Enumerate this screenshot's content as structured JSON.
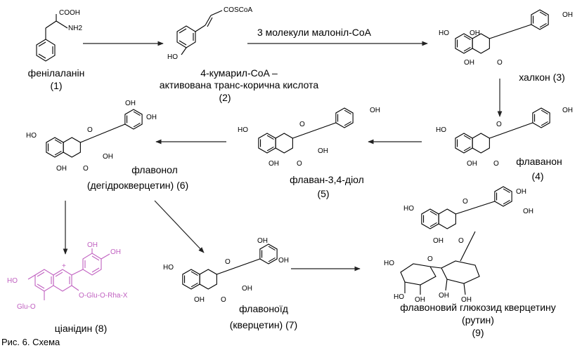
{
  "colors": {
    "anthocyanin": "#c060c0",
    "ink": "#000000",
    "arrow": "#222222"
  },
  "arrow_step_1_2": "3 молекули малоніл-CoA",
  "compounds": {
    "c1": {
      "name": "фенілаланін",
      "num": "(1)",
      "atom_oh": "COOH",
      "atom_n": "NH2"
    },
    "c2": {
      "name_line1": "4-кумарил-CoA –",
      "name_line2": "активована транс-корична кислота",
      "num": "(2)",
      "atom_top": "COSCoA",
      "atom_oh": "HO"
    },
    "c3": {
      "name": "халкон (3)",
      "oh": "OH",
      "ho": "HO",
      "o": "O"
    },
    "c4": {
      "name": "флаванон",
      "num": "(4)",
      "oh": "OH",
      "ho": "HO",
      "o": "O"
    },
    "c5": {
      "name": "флаван-3,4-діол",
      "num": "(5)",
      "oh": "OH",
      "ho": "HO",
      "o": "O"
    },
    "c6": {
      "name_line1": "флавонол",
      "name_line2": "(дегідрокверцетин) (6)",
      "oh": "OH",
      "ho": "HO",
      "o": "O"
    },
    "c7": {
      "name_line1": "флавоноїд",
      "name_line2": "(кверцетин) (7)",
      "oh": "OH",
      "ho": "HO",
      "o": "O"
    },
    "c8": {
      "name": "ціанідин (8)",
      "oh": "OH",
      "ho": "HO",
      "glu_o": "Glu-O",
      "sub": "O-Glu-O-Rha-X",
      "plus": "+"
    },
    "c9": {
      "name_line1": "флавоновий глюкозид кверцетину",
      "name_line2": "(рутин)",
      "num": "(9)",
      "oh": "OH",
      "ho": "HO",
      "o": "O"
    }
  },
  "caption": "Рис. 6. Схема"
}
